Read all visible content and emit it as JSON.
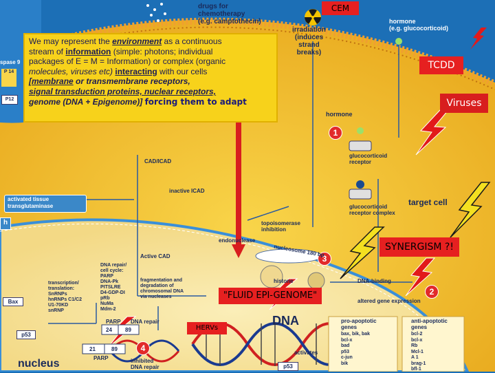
{
  "header": {
    "drugs_label": "drugs for\nchemotherapy\n(e.g. camptothecin)",
    "irradiation_label": "irradiation\n(induces\nstrand\nbreaks)",
    "hormone_top_label": "hormone\n(e.g. glucocorticoid)",
    "cem_label": "CEM",
    "caspase_label": "spase 9"
  },
  "textbox": {
    "line1_pre": "We may represent the ",
    "line1_env": "environment",
    "line1_post": " as a continuous",
    "line2_pre": "stream of ",
    "line2_info": "information",
    "line2_post": " (simple: photons; individual",
    "line3": "packages of E = M = Information) or complex (organic",
    "line4_pre": "molecules, viruses etc) ",
    "line4_inter": "interacting",
    "line4_post": " with our cells",
    "line5_pre": "[",
    "line5_membrane": "membrane",
    "line5_post": " or transmembrane receptors,",
    "line6": "signal transduction proteins, nuclear receptors,",
    "line7_pre": "genome (DNA + Epigenome)] ",
    "line7_adapt": "forcing them to adapt"
  },
  "overlays": {
    "tcdd": "TCDD",
    "viruses": "Viruses",
    "synergism": "SYNERGISM ?!",
    "fluid_epigenome": "\"FLUID EPI-GENOME\"",
    "hervs": "HERVs",
    "num1": "1",
    "num2": "2",
    "num3": "3",
    "num4": "4"
  },
  "labels": {
    "p14": "P\n14",
    "p12": "P12",
    "hormone_mid": "hormone",
    "gc_receptor": "glucocorticoid\nreceptor",
    "gc_complex": "glucocorticoid\nreceptor complex",
    "target_cell": "target cell",
    "cad_icad": "CAD/ICAD",
    "inactive_icad": "inactive ICAD",
    "activated_tg": "activated tissue\ntransglutaminase",
    "h_label": "h",
    "topo_label": "topoisomerase\ninhibition",
    "endonuclease": "endonuclease",
    "nucleosome": "nucleosome 180 bp",
    "histone": "histone",
    "active_cad": "Active CAD",
    "dna_repair": "DNA repair/\ncell cycle:\nPARP\nDNA-Pk\nPITSLRE\nD4-GDP-DI\npRb\nNuMa\nMdm-2",
    "transcription": "transcription/\ntranslation:\nSnRNPs\nhnRNPs C1/C2\nU1-70KD\nsnRNP",
    "fragmentation": "fragmentation and\ndegradation of\nchromosomal DNA\nvia nucleases",
    "dna_binding": "DNA-binding",
    "altered_gene": "altered gene expression",
    "bax": "Bax",
    "p53_left": "p53",
    "parp_top": "PARP",
    "dna_repair2": "DNA repair",
    "n24": "24",
    "n89": "89",
    "n21": "21",
    "n89b": "89",
    "parp_bottom": "PARP",
    "inhibited": "inhibited\nDNA repair",
    "dna_big": "DNA",
    "nucleus": "nucleus",
    "pro_apoptotic": "pro-apoptotic\ngenes",
    "anti_apoptotic": "anti-apoptotic\ngenes",
    "pro_list": "bax, bik, bak\nbcl-x\nbad\np53\nc-jun\nbik",
    "anti_list": "bcl-2\nbcl-x\nRb\nMcl-1\nA 1\nbrag-1\nbfl-1",
    "activates": "activates",
    "p53_bottom": "p53"
  },
  "colors": {
    "cell": "#f2c230",
    "nucleus": "#f7e7a0",
    "membrane": "#e8951e",
    "background": "#1a70b8",
    "red": "#e62020",
    "textbox": "#f7d21b"
  }
}
